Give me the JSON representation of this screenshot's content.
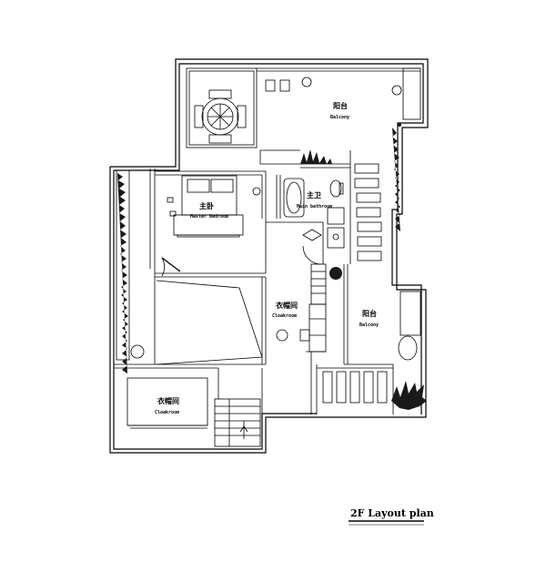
{
  "plan": {
    "title": "2F Layout plan",
    "rooms": [
      {
        "id": "balcony-top",
        "cn": "阳台",
        "en": "Balcony"
      },
      {
        "id": "master-bedroom",
        "cn": "主卧",
        "en": "Master bedroom"
      },
      {
        "id": "master-bathroom",
        "cn": "主卫",
        "en": "Main bathroom"
      },
      {
        "id": "cloakroom-center",
        "cn": "衣帽间",
        "en": "Cloakroom"
      },
      {
        "id": "balcony-right",
        "cn": "阳台",
        "en": "Balcony"
      },
      {
        "id": "cloakroom-bottom",
        "cn": "衣帽间",
        "en": "Cloakroom"
      }
    ]
  },
  "colors": {
    "line": "#000000",
    "background": "#ffffff",
    "plant": "#1a1a1a"
  }
}
